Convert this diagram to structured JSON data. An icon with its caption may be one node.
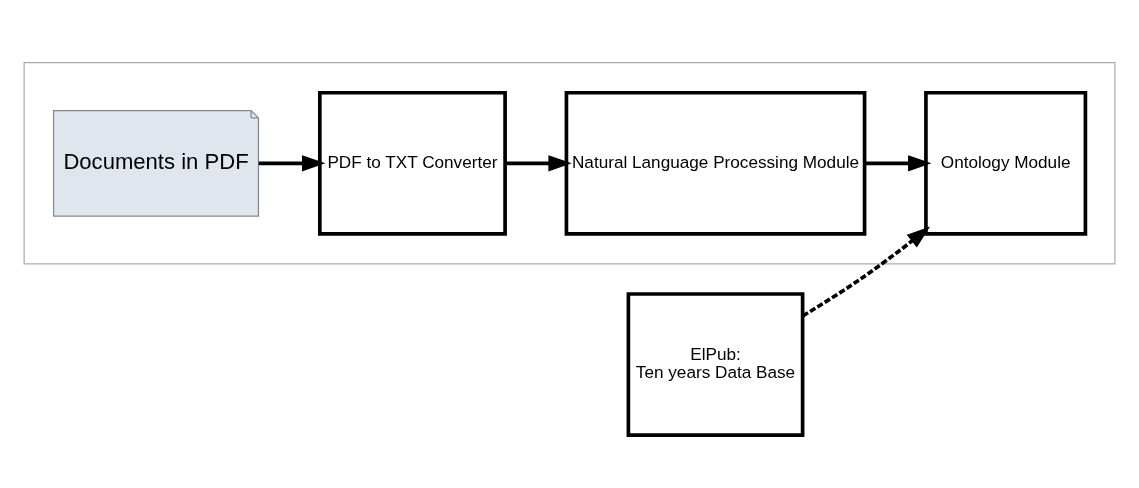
{
  "diagram": {
    "nodes": [
      {
        "text": [],
        "shape": "box"
      },
      {
        "text": [
          "Documents in PDF"
        ],
        "in": 0
      },
      {
        "text": [
          "PDF to TXT Converter"
        ],
        "in": 0
      },
      {
        "text": [
          "Natural Language Processing Module"
        ],
        "in": 0
      },
      {
        "text": [
          "Ontology Module"
        ],
        "in": 0
      },
      {
        "text": [
          "ElPub:",
          "Ten years Data Base"
        ]
      }
    ],
    "edges": [
      {
        "from": 1,
        "to": 2,
        "arrow": "to"
      },
      {
        "from": 2,
        "to": 3,
        "arrow": "to"
      },
      {
        "from": 3,
        "to": 4,
        "arrow": "to"
      },
      {
        "from": 5,
        "to": 4,
        "arrow": "to",
        "style": "dashed"
      }
    ]
  }
}
